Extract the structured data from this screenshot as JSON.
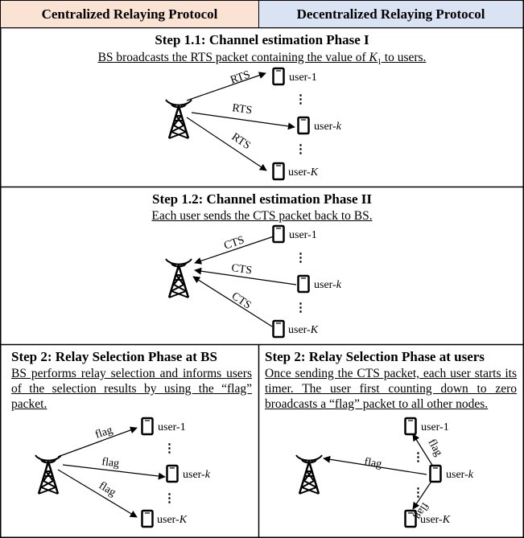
{
  "headers": {
    "left": "Centralized Relaying Protocol",
    "right": "Decentralized Relaying Protocol"
  },
  "step11": {
    "title": "Step 1.1: Channel estimation Phase I",
    "desc_prefix": "BS broadcasts the RTS packet containing the value of ",
    "desc_var": "K",
    "desc_sub": "1",
    "desc_suffix": " to users."
  },
  "step12": {
    "title": "Step 1.2: Channel estimation Phase II",
    "desc": "Each user sends the CTS packet back to BS."
  },
  "step2bs": {
    "title": "Step 2: Relay Selection Phase at BS",
    "desc": "BS performs relay selection and informs users of the selection results by using the “flag” packet."
  },
  "step2users": {
    "title": "Step 2: Relay Selection Phase at users",
    "desc": "Once sending the CTS packet, each user starts its timer. The user first counting down to zero broadcasts a “flag” packet to all other nodes."
  },
  "labels": {
    "rts": "RTS",
    "cts": "CTS",
    "flag": "flag",
    "user_prefix": "user-",
    "user1_suffix": "1",
    "userk_suffix": "k",
    "userK_suffix": "K",
    "ellipsis": "⋮"
  }
}
